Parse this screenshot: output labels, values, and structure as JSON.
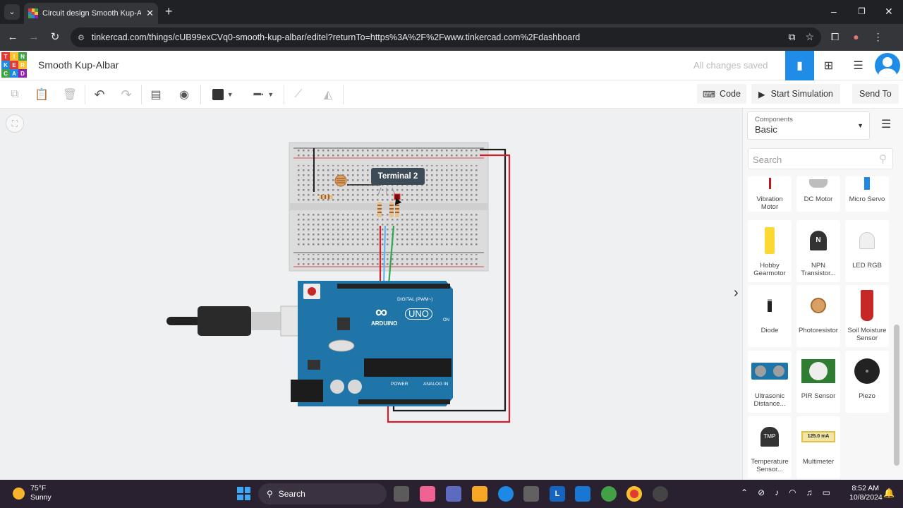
{
  "browser": {
    "tab_title": "Circuit design Smooth Kup-Albar",
    "url": "tinkercad.com/things/cUB99exCVq0-smooth-kup-albar/editel?returnTo=https%3A%2F%2Fwww.tinkercad.com%2Fdashboard"
  },
  "app": {
    "logo_letters": [
      "TIN",
      "KER",
      "CAD"
    ],
    "design_name": "Smooth Kup-Albar",
    "save_status": "All changes saved"
  },
  "toolbar": {
    "code_label": "Code",
    "start_sim_label": "Start Simulation",
    "send_to_label": "Send To"
  },
  "canvas": {
    "tooltip": "Terminal 2",
    "arduino_brand": "ARDUINO",
    "arduino_model": "UNO",
    "digital_label": "DIGITAL (PWM~)",
    "power_label": "POWER",
    "analog_label": "ANALOG IN",
    "on_label": "ON"
  },
  "panel": {
    "components_label": "Components",
    "components_value": "Basic",
    "search_placeholder": "Search",
    "items": [
      {
        "label": "Vibration Motor"
      },
      {
        "label": "DC Motor"
      },
      {
        "label": "Micro Servo"
      },
      {
        "label": "Hobby Gearmotor"
      },
      {
        "label": "NPN Transistor..."
      },
      {
        "label": "LED RGB"
      },
      {
        "label": "Diode"
      },
      {
        "label": "Photoresistor"
      },
      {
        "label": "Soil Moisture Sensor"
      },
      {
        "label": "Ultrasonic Distance..."
      },
      {
        "label": "PIR Sensor"
      },
      {
        "label": "Piezo"
      },
      {
        "label": "Temperature Sensor..."
      },
      {
        "label": "Multimeter"
      }
    ],
    "multimeter_display": "125.0 mA",
    "npn_mark": "N",
    "tmp_mark": "TMP"
  },
  "taskbar": {
    "temp": "75°F",
    "condition": "Sunny",
    "search_label": "Search",
    "time": "8:52 AM",
    "date": "10/8/2024",
    "app_l": "L"
  },
  "colors": {
    "accent": "#1f8de8",
    "arduino": "#1f75a8",
    "wire_red": "#d01f2a"
  }
}
